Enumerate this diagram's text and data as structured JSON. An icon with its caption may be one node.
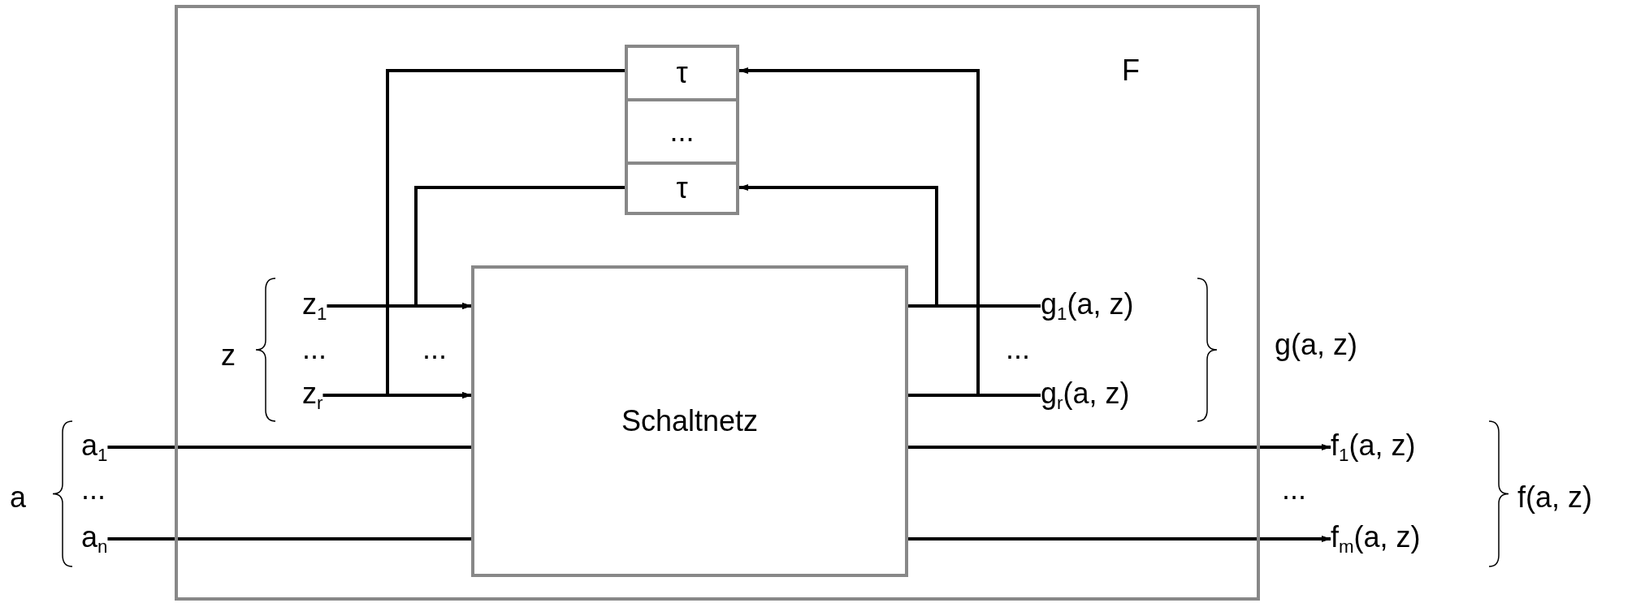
{
  "diagram": {
    "nodes": [
      {
        "text": [
          "F"
        ]
      },
      {
        "text": [
          "τ"
        ],
        "in": 0
      },
      {
        "text": [
          "..."
        ],
        "in": 0
      },
      {
        "text": [
          "τ"
        ],
        "in": 0
      },
      {
        "text": [
          "Schaltnetz"
        ],
        "in": 0
      },
      {
        "text": [
          "z$_{1}$"
        ],
        "in": 0
      },
      {
        "text": [
          "z$_{r}$"
        ],
        "in": 0
      },
      {
        "text": [
          "a$_{1}$"
        ]
      },
      {
        "text": [
          "a$_{n}$"
        ]
      },
      {
        "text": [
          "g$_{1}$(a, z)"
        ],
        "in": 0
      },
      {
        "text": [
          "g$_{r}$(a, z)"
        ],
        "in": 0
      },
      {
        "text": [
          "f$_{1}$(a, z)"
        ]
      },
      {
        "text": [
          "f$_{m}$(a, z)"
        ]
      }
    ],
    "edges": [
      {
        "from": 5,
        "to": 4,
        "arrow": "to"
      },
      {
        "from": 3,
        "to": 4,
        "arrow": "to"
      },
      {
        "from": 6,
        "to": 4,
        "arrow": "to"
      },
      {
        "from": 1,
        "to": 4,
        "arrow": "to"
      },
      {
        "from": 7,
        "to": 4,
        "arrow": "none"
      },
      {
        "from": 8,
        "to": 4,
        "arrow": "none"
      },
      {
        "from": 4,
        "to": 9,
        "arrow": "none"
      },
      {
        "from": 4,
        "to": 3,
        "arrow": "to"
      },
      {
        "from": 4,
        "to": 10,
        "arrow": "none"
      },
      {
        "from": 4,
        "to": 1,
        "arrow": "to"
      },
      {
        "from": 4,
        "to": 11,
        "arrow": "to"
      },
      {
        "from": 4,
        "to": 12,
        "arrow": "to"
      }
    ],
    "labels": [
      "z",
      "...",
      "...",
      "...",
      "g(a, z)",
      "a",
      "...",
      "...",
      "f(a, z)"
    ]
  }
}
